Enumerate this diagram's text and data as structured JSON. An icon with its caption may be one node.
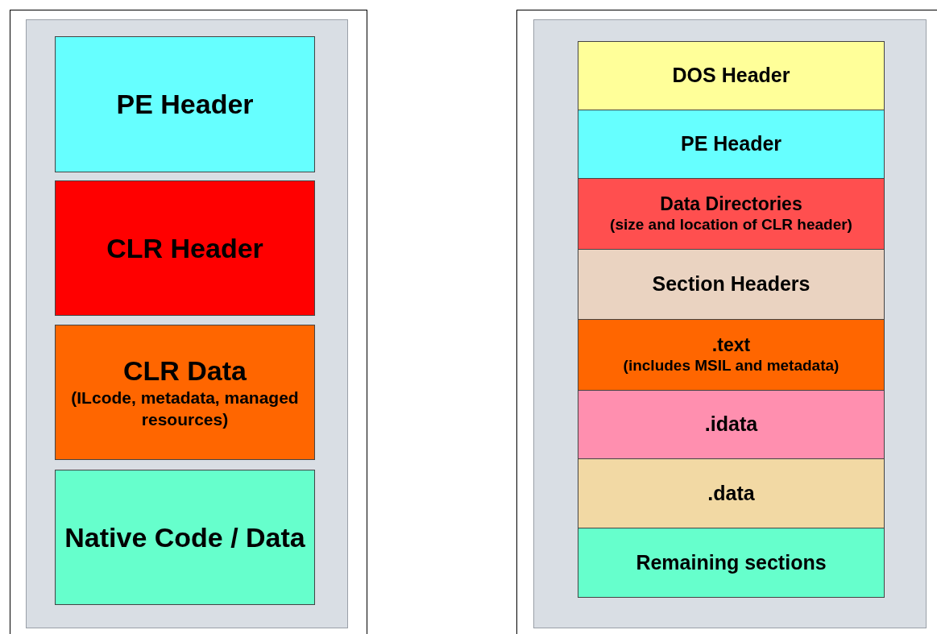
{
  "diagram": {
    "nodes": [
      {
        "text": [],
        "shape": "box"
      },
      {
        "text": [
          "PE Header"
        ],
        "in": 0
      },
      {
        "text": [
          "CLR Header"
        ],
        "in": 0
      },
      {
        "text": [
          "CLR Data",
          "(ILcode, metadata, managed resources)"
        ],
        "in": 0
      },
      {
        "text": [
          "Native Code / Data"
        ],
        "in": 0
      },
      {
        "text": [],
        "shape": "box"
      },
      {
        "text": [
          "DOS Header"
        ],
        "in": 5
      },
      {
        "text": [
          "PE Header"
        ],
        "in": 5
      },
      {
        "text": [
          "Data Directories",
          "(size and location of CLR header)"
        ],
        "in": 5
      },
      {
        "text": [
          "Section Headers"
        ],
        "in": 5
      },
      {
        "text": [
          ".text",
          "(includes MSIL and metadata)"
        ],
        "in": 5
      },
      {
        "text": [
          ".idata"
        ],
        "in": 5
      },
      {
        "text": [
          ".data"
        ],
        "in": 5
      },
      {
        "text": [
          "Remaining sections"
        ],
        "in": 5
      }
    ]
  }
}
